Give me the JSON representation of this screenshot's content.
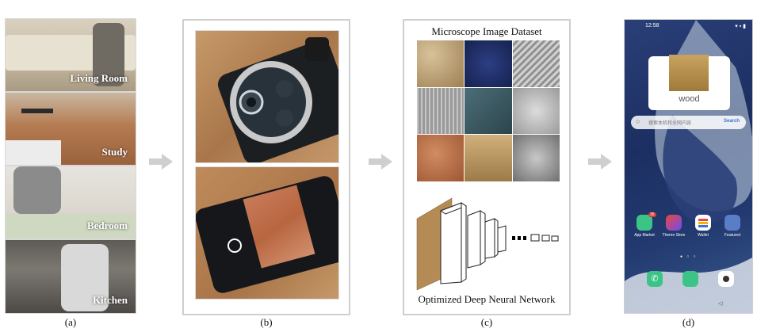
{
  "panel_a": {
    "photos": [
      {
        "label": "Living Room"
      },
      {
        "label": "Study"
      },
      {
        "label": "Bedroom"
      },
      {
        "label": "Kitchen"
      }
    ],
    "caption": "(a)"
  },
  "panel_b": {
    "caption": "(b)"
  },
  "panel_c": {
    "title": "Microscope Image Dataset",
    "network_label": "Optimized Deep Neural Network",
    "caption": "(c)",
    "tile_colors": [
      "#b89a6e",
      "#1f2f6a",
      "#a9a9a9",
      "#a6a6a6",
      "#3c5a63",
      "#b8b8b8",
      "#b5744c",
      "#b69560",
      "#9a9a9a"
    ]
  },
  "panel_d": {
    "status_time": "12:58",
    "result_label": "wood",
    "search_placeholder": "搜索本机和全网内容",
    "search_button": "Search",
    "apps": [
      {
        "label": "App Market",
        "badge": "35",
        "color": "#3cc486"
      },
      {
        "label": "Theme Store",
        "color": "#e8483f"
      },
      {
        "label": "Wallet",
        "color": "#ffffff"
      },
      {
        "label": "Featured",
        "color": "#5a7dc8"
      }
    ],
    "caption": "(d)"
  }
}
